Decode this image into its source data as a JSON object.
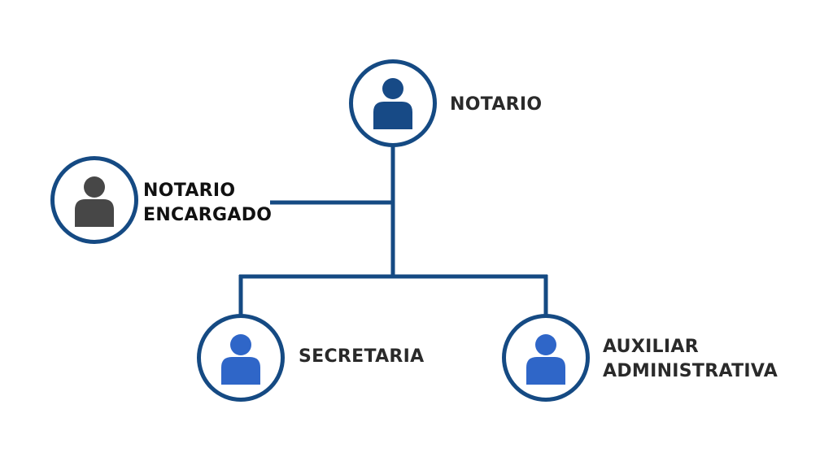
{
  "diagram": {
    "colors": {
      "line": "#154a83",
      "icon_primary": "#174a86",
      "icon_secondary": "#2f66c8",
      "icon_neutral": "#474747"
    },
    "nodes": {
      "notario": {
        "label": "NOTARIO",
        "icon": "person-icon"
      },
      "notario_encargado": {
        "label_line1": "NOTARIO",
        "label_line2": "ENCARGADO",
        "icon": "person-icon"
      },
      "secretaria": {
        "label": "SECRETARIA",
        "icon": "person-icon"
      },
      "auxiliar": {
        "label_line1": "AUXILIAR",
        "label_line2": "ADMINISTRATIVA",
        "icon": "person-icon"
      }
    }
  }
}
